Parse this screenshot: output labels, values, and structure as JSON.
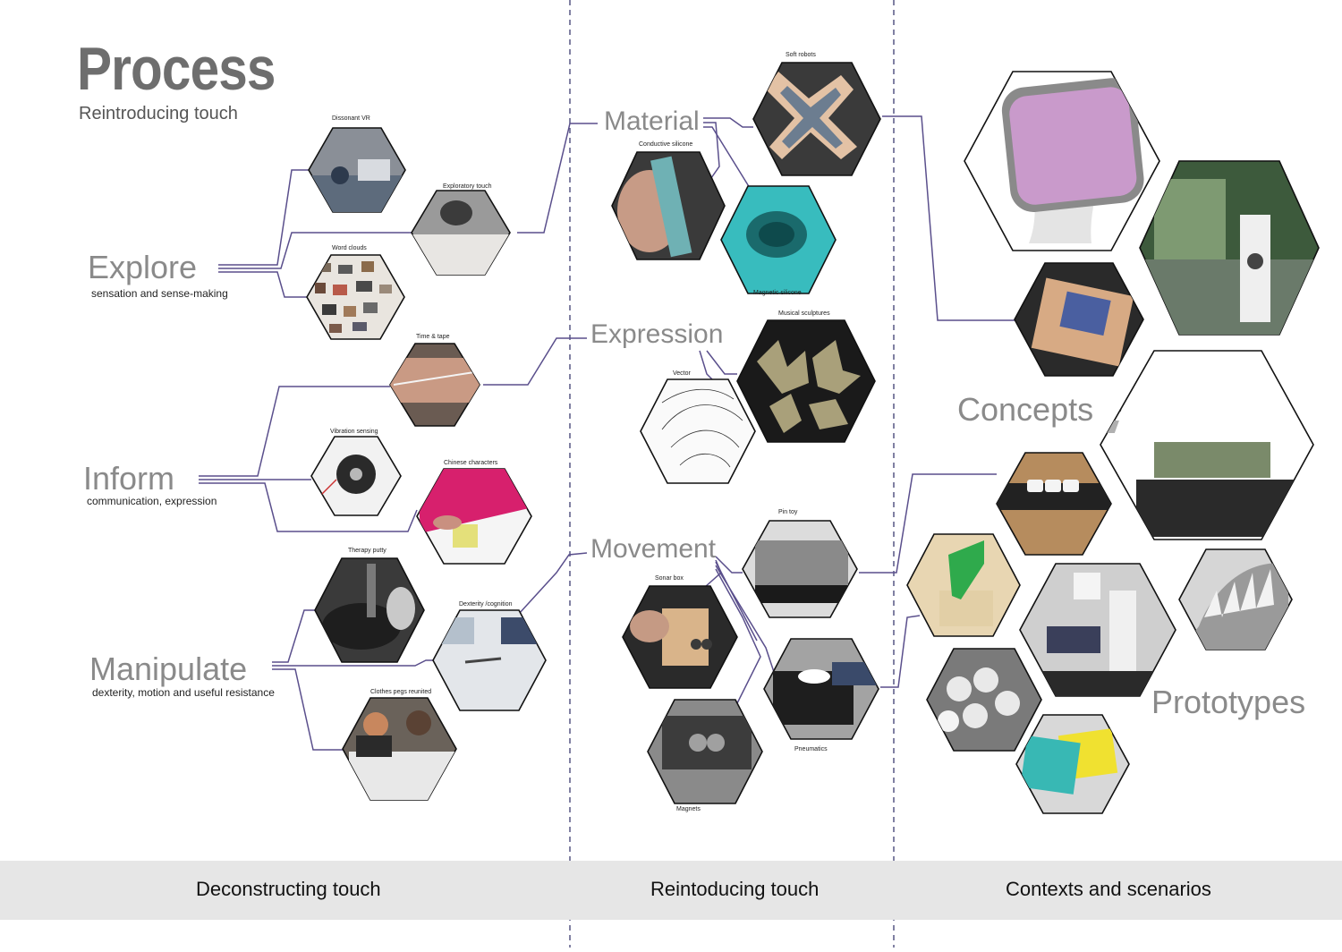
{
  "header": {
    "title": "Process",
    "subtitle": "Reintroducing touch"
  },
  "columns": [
    {
      "label": "Deconstructing  touch"
    },
    {
      "label": "Reintoducing touch"
    },
    {
      "label": "Contexts and scenarios"
    }
  ],
  "categories": {
    "explore": {
      "title": "Explore",
      "subtitle": "sensation and sense-making"
    },
    "inform": {
      "title": "Inform",
      "subtitle": "communication, expression"
    },
    "manipulate": {
      "title": "Manipulate",
      "subtitle": "dexterity, motion and useful resistance"
    },
    "material": {
      "title": "Material"
    },
    "expression": {
      "title": "Expression"
    },
    "movement": {
      "title": "Movement"
    },
    "concepts": {
      "title": "Concepts"
    },
    "prototypes": {
      "title": "Prototypes"
    }
  },
  "hex_labels": {
    "dissonant_vr": "Dissonant VR",
    "exploratory_touch": "Exploratory touch",
    "word_clouds": "Word clouds",
    "time_tape": "Time & tape",
    "vibration_sensing": "Vibration sensing",
    "chinese_characters": "Chinese characters",
    "therapy_putty": "Therapy putty",
    "dexterity_cognition": "Dexterity /cognition",
    "clothes_pegs": "Clothes pegs reunited",
    "soft_robots": "Soft robots",
    "conductive_silicone": "Conductive silicone",
    "magnetic_silicone": "Magnetic silicone",
    "musical_sculptures": "Musical sculptures",
    "vector": "Vector",
    "pin_toy": "Pin toy",
    "sonar_box": "Sonar box",
    "pneumatics": "Pneumatics",
    "magnets": "Magnets"
  },
  "colors": {
    "connector": "#5a4f8c",
    "divider": "#4a4a7a",
    "band": "#e6e6e6",
    "category_text": "#8a8a8a"
  }
}
